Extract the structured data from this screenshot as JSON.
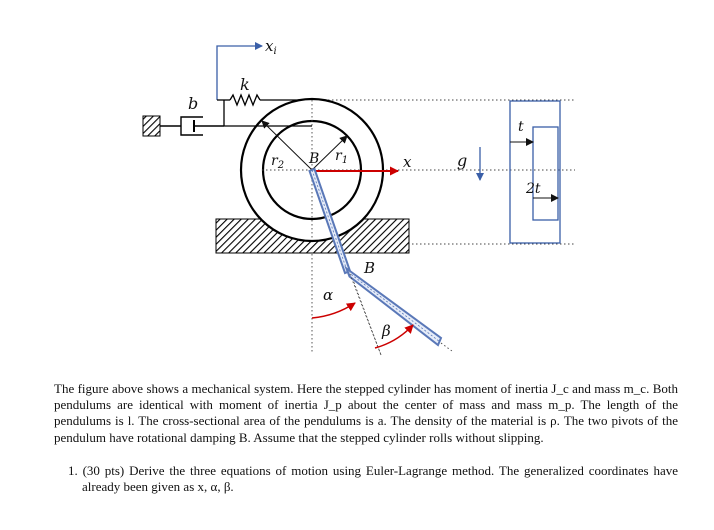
{
  "figure": {
    "labels": {
      "xi": "x",
      "xi_sub": "i",
      "k": "k",
      "b": "b",
      "r2": "r",
      "r2_sub": "2",
      "r1": "r",
      "r1_sub": "1",
      "B_top": "B",
      "x": "x",
      "g": "g",
      "t": "t",
      "two_t": "2t",
      "B_joint": "B",
      "alpha": "α",
      "beta": "β"
    },
    "colors": {
      "motion_arrow": "#cc0000",
      "pendulum": "#5a78b8",
      "input_arrow": "#3a5fa8",
      "angle_arc": "#cc0000",
      "gravity": "#3a5fa8"
    }
  },
  "text": {
    "paragraph": "The figure above shows a mechanical system. Here the stepped cylinder has moment of inertia J_c and mass m_c. Both pendulums are identical with moment of inertia J_p about the center of mass and mass m_p. The length of the pendulums is l. The cross-sectional area of the pendulums is a. The density of the material is ρ. The two pivots of the pendulum have rotational damping B. Assume that the stepped cylinder rolls without slipping.",
    "question": "1. (30 pts) Derive the three equations of motion using Euler-Lagrange method. The generalized coordinates have already been given as x, α, β."
  }
}
